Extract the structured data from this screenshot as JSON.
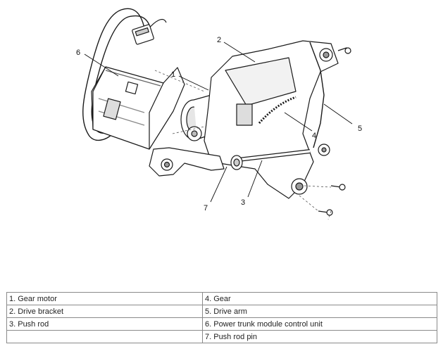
{
  "callouts": {
    "c1": "1",
    "c2": "2",
    "c3": "3",
    "c4": "4",
    "c5": "5",
    "c6": "6",
    "c7": "7"
  },
  "legend": {
    "rows": [
      {
        "left": "1. Gear motor",
        "right": "4. Gear"
      },
      {
        "left": "2. Drive bracket",
        "right": "5. Drive arm"
      },
      {
        "left": "3. Push rod",
        "right": "6. Power trunk module control unit"
      },
      {
        "left": "",
        "right": "7. Push rod pin"
      }
    ]
  }
}
